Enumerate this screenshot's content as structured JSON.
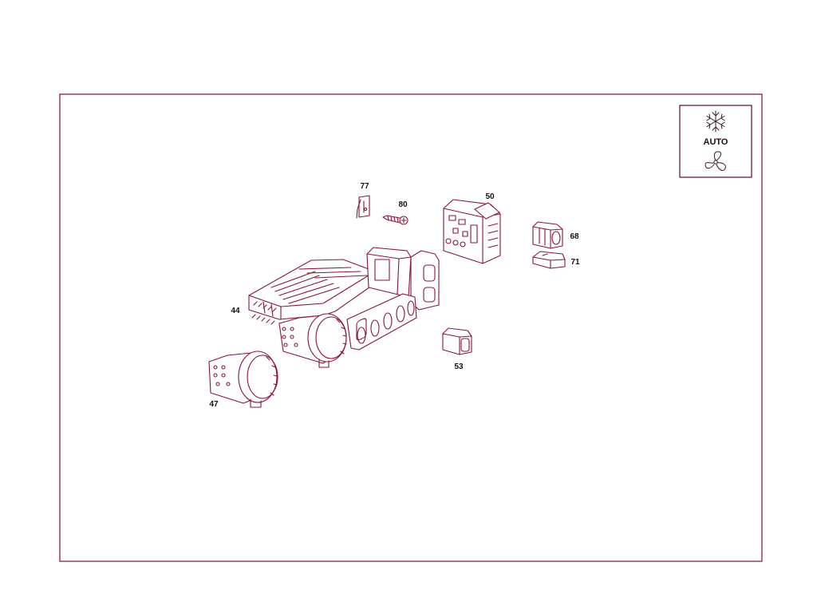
{
  "diagram": {
    "legend": {
      "text": "AUTO",
      "icons": [
        "snowflake-icon",
        "fan-icon"
      ]
    },
    "parts": [
      {
        "id": "p44",
        "label": "44"
      },
      {
        "id": "p47",
        "label": "47"
      },
      {
        "id": "p50",
        "label": "50"
      },
      {
        "id": "p53",
        "label": "53"
      },
      {
        "id": "p68",
        "label": "68"
      },
      {
        "id": "p71",
        "label": "71"
      },
      {
        "id": "p77",
        "label": "77"
      },
      {
        "id": "p80",
        "label": "80"
      }
    ]
  },
  "colors": {
    "frame": "#7a1030",
    "line": "#8a1535",
    "text": "#1a0d12"
  }
}
